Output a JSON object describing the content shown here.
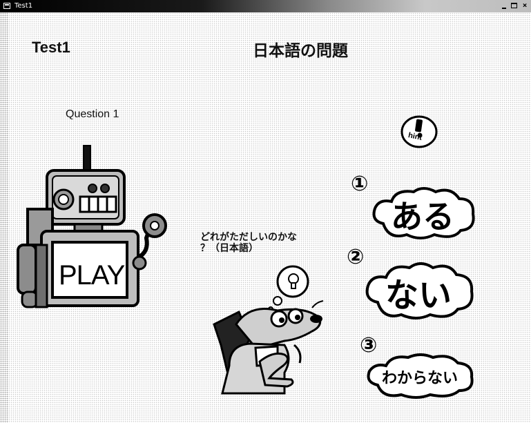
{
  "window": {
    "title": "Test1"
  },
  "header": {
    "app_title": "Test1",
    "quiz_title": "日本語の問題"
  },
  "question": {
    "label": "Question 1"
  },
  "robot": {
    "label": "PLAY"
  },
  "prompt": {
    "line1": "どれがただしいのかな",
    "line2": "？（日本語）"
  },
  "hint": {
    "label": "hint"
  },
  "answers": [
    {
      "number": "①",
      "text": "ある"
    },
    {
      "number": "②",
      "text": "ない"
    },
    {
      "number": "③",
      "text": "わからない"
    }
  ]
}
